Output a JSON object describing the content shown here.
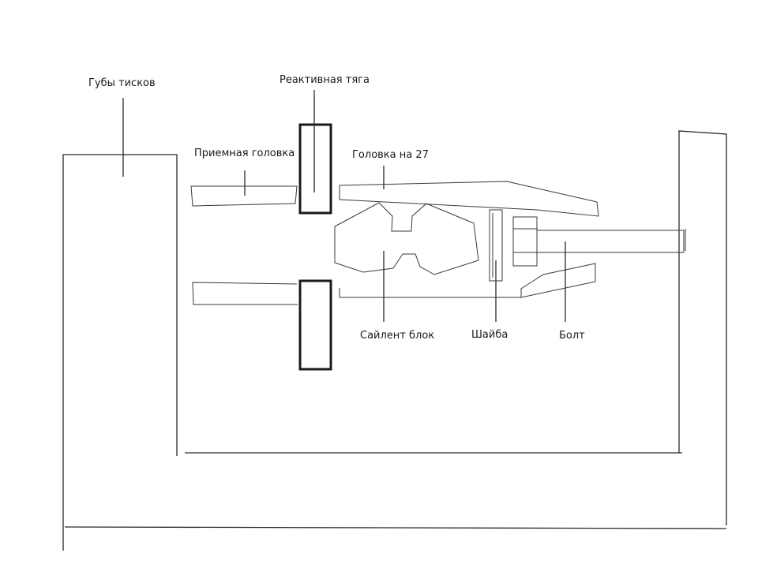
{
  "labels": {
    "vise_jaws": "Губы тисков",
    "reaction_rod": "Реактивная тяга",
    "receiving_head": "Приемная головка",
    "head_27": "Головка на 27",
    "silent_block": "Сайлент блок",
    "washer": "Шайба",
    "bolt": "Болт"
  }
}
